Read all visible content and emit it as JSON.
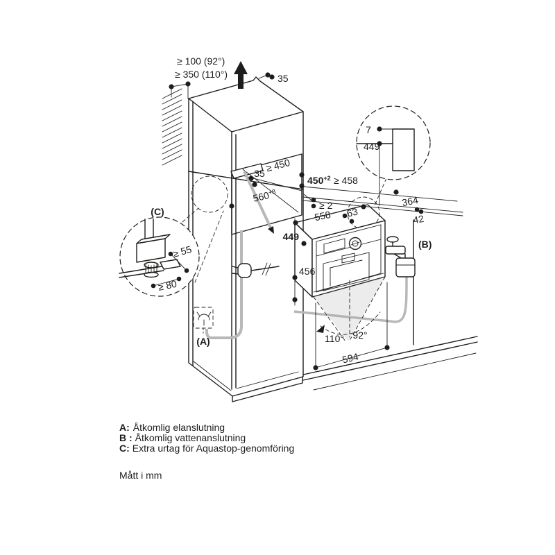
{
  "clearances": {
    "line1": "≥ 100 (92°)",
    "line2": "≥ 350 (110°)"
  },
  "dims": {
    "top_rear_gap": "35",
    "detail_gap": "7",
    "detail_height": "449",
    "niche_depth": "≥ 450",
    "niche_strip": "35",
    "niche_height": "450",
    "niche_height_tol": "+2",
    "min_height": "≥ 458",
    "niche_width": "560",
    "niche_width_tol": "+8",
    "rear_gap": "≥ 2",
    "appliance_width": "558",
    "panel_depth": "63",
    "wall_distance": "364",
    "pipe_offset": "42",
    "appliance_height": "449",
    "front_height": "456",
    "outlet_clearance": "≥ 55",
    "outlet_depth": "≥ 80",
    "door_angle_large": "110°",
    "door_angle_small": "92°",
    "base_width": "594"
  },
  "callouts": {
    "a": "(A)",
    "b": "(B)",
    "c": "(C)"
  },
  "legend": {
    "a_key": "A:",
    "a_text": "Åtkomlig elanslutning",
    "b_key": "B :",
    "b_text": "Åtkomlig vattenanslutning",
    "c_key": "C:",
    "c_text": "Extra urtag för Aquastop-genomföring",
    "units": "Mått i mm"
  },
  "colors": {
    "line": "#1d1d1b",
    "niche_fill": "#d6d6d6",
    "appliance_top_fill": "#e9e9e9",
    "cable": "#b8b8b8"
  }
}
